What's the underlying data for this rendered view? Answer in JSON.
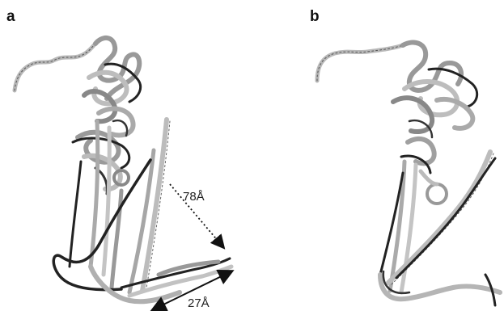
{
  "panels": [
    {
      "label": "a"
    },
    {
      "label": "b"
    }
  ],
  "measurements": [
    {
      "label": "78Å"
    },
    {
      "label": "27Å"
    }
  ],
  "colors": {
    "ribbon_dark": "#222222",
    "ribbon_mid": "#777777",
    "ribbon_light": "#b8b8b8",
    "background": "#ffffff"
  }
}
